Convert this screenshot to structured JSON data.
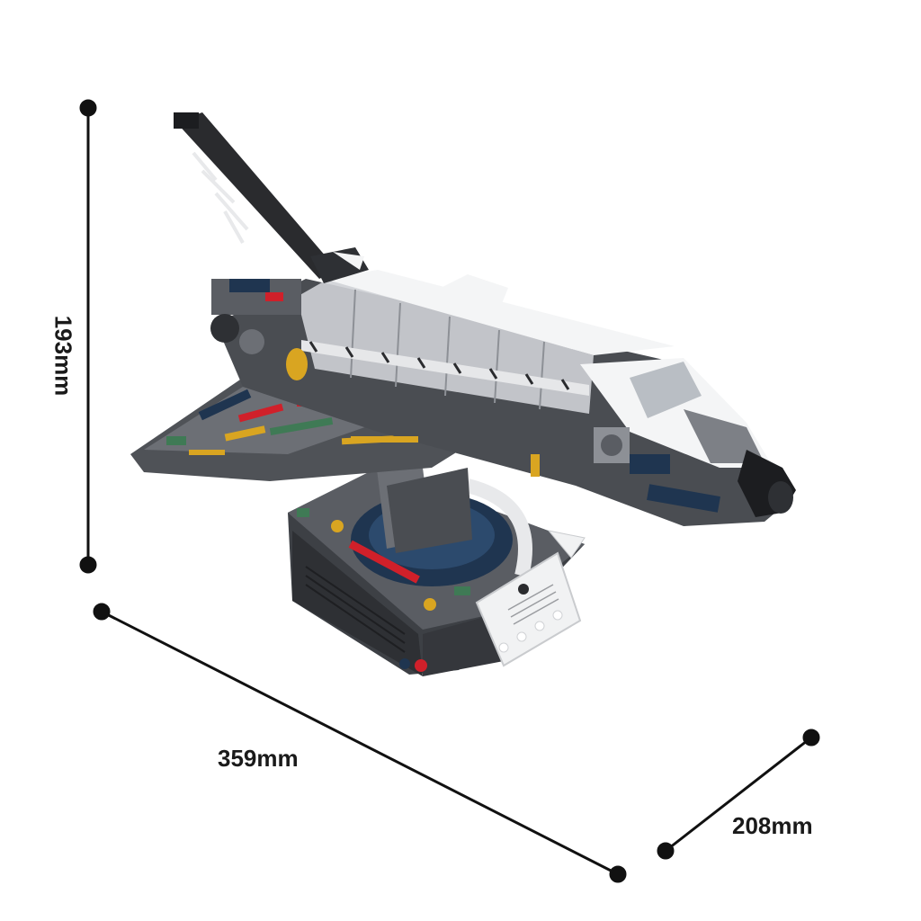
{
  "dimensions": {
    "height": "193mm",
    "length": "359mm",
    "depth": "208mm"
  },
  "colors": {
    "dark_gray": "#4a4d52",
    "mid_gray": "#7d8086",
    "light_gray": "#b8bbc0",
    "white": "#f4f5f6",
    "black": "#1c1d20",
    "navy": "#1f3550",
    "red": "#d0202a",
    "gold": "#d9a521",
    "green": "#3f7a55"
  },
  "icons": {
    "product": "space-shuttle-brick-model"
  }
}
